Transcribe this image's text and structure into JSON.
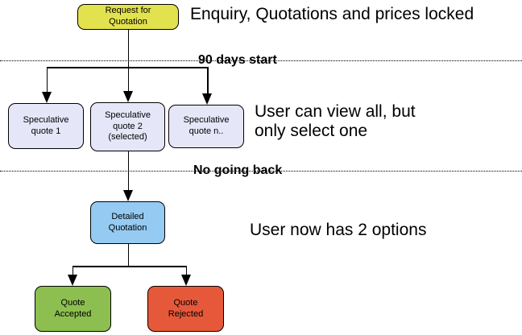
{
  "diagram": {
    "title_implicit": "Quotation process flowchart",
    "nodes": [
      {
        "id": "request-for-quotation",
        "label": "Request for\nQuotation",
        "color": "#e2e24f"
      },
      {
        "id": "speculative-quote-1",
        "label": "Speculative\nquote 1",
        "color": "#e6e6f9"
      },
      {
        "id": "speculative-quote-2",
        "label": "Speculative\nquote 2\n(selected)",
        "color": "#e6e6f9"
      },
      {
        "id": "speculative-quote-n",
        "label": "Speculative\nquote n..",
        "color": "#e6e6f9"
      },
      {
        "id": "detailed-quotation",
        "label": "Detailed\nQuotation",
        "color": "#95cbf2"
      },
      {
        "id": "quote-accepted",
        "label": "Quote\nAccepted",
        "color": "#8dbf50"
      },
      {
        "id": "quote-rejected",
        "label": "Quote\nRejected",
        "color": "#e5593a"
      }
    ],
    "dividers": [
      {
        "id": "90-days-start",
        "label": "90 days start"
      },
      {
        "id": "no-going-back",
        "label": "No going back"
      }
    ],
    "annotations": [
      {
        "id": "enquiry-note",
        "text": "Enquiry, Quotations and prices locked"
      },
      {
        "id": "view-note",
        "text": "User can view all, but\nonly select one"
      },
      {
        "id": "options-note",
        "text": "User now has 2 options"
      }
    ],
    "line_color": "#000000",
    "background_color": "#ffffff"
  }
}
